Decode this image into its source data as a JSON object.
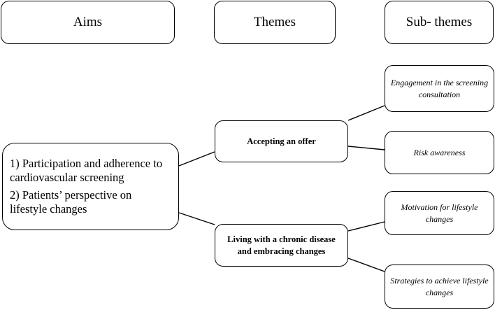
{
  "headers": {
    "aims": "Aims",
    "themes": "Themes",
    "sub_themes": "Sub- themes"
  },
  "aims": {
    "aim1": "1) Participation and adherence to cardiovascular screening",
    "aim2": "2) Patients’ perspective on lifestyle changes"
  },
  "themes": {
    "accepting": "Accepting an offer",
    "living": "Living with a chronic disease and embracing changes"
  },
  "sub_themes": {
    "engagement": "Engagement in the screening consultation",
    "risk": "Risk awareness",
    "motivation": "Motivation for lifestyle changes",
    "strategies": "Strategies to achieve lifestyle changes"
  },
  "colors": {
    "line": "#000000",
    "background": "#ffffff"
  }
}
